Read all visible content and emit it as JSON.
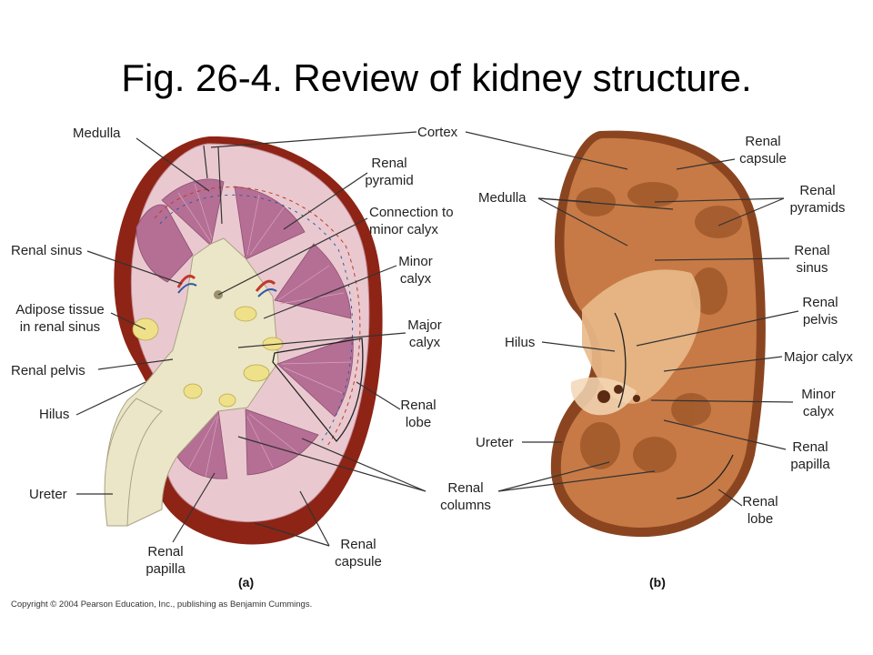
{
  "title": "Fig. 26-4.  Review of kidney structure.",
  "colors": {
    "capsule": "#8e2415",
    "cortex": "#e9c9cf",
    "pyramid": "#b56f94",
    "sinus": "#ece6c8",
    "fat": "#efe08a",
    "photo_tissue": "#c77a45",
    "photo_dark": "#8a4520",
    "photo_light": "#e9b98a"
  },
  "labels_a": {
    "medulla": "Medulla",
    "renal_pyramid": "Renal\npyramid",
    "connection_minor_calyx": "Connection to\nminor calyx",
    "renal_sinus": "Renal sinus",
    "minor_calyx": "Minor\ncalyx",
    "adipose_tissue": "Adipose tissue\nin renal sinus",
    "major_calyx": "Major\ncalyx",
    "renal_pelvis": "Renal pelvis",
    "hilus": "Hilus",
    "renal_lobe": "Renal\nlobe",
    "ureter": "Ureter",
    "renal_papilla": "Renal\npapilla",
    "renal_capsule": "Renal\ncapsule"
  },
  "labels_shared": {
    "cortex": "Cortex",
    "renal_columns": "Renal\ncolumns"
  },
  "labels_b": {
    "medulla": "Medulla",
    "renal_capsule": "Renal\ncapsule",
    "renal_pyramids": "Renal\npyramids",
    "renal_sinus": "Renal\nsinus",
    "renal_pelvis": "Renal\npelvis",
    "hilus": "Hilus",
    "major_calyx": "Major calyx",
    "minor_calyx": "Minor\ncalyx",
    "ureter": "Ureter",
    "renal_papilla": "Renal\npapilla",
    "renal_lobe": "Renal\nlobe"
  },
  "part_a": "(a)",
  "part_b": "(b)",
  "copyright": "Copyright © 2004 Pearson Education, Inc., publishing as Benjamin Cummings."
}
